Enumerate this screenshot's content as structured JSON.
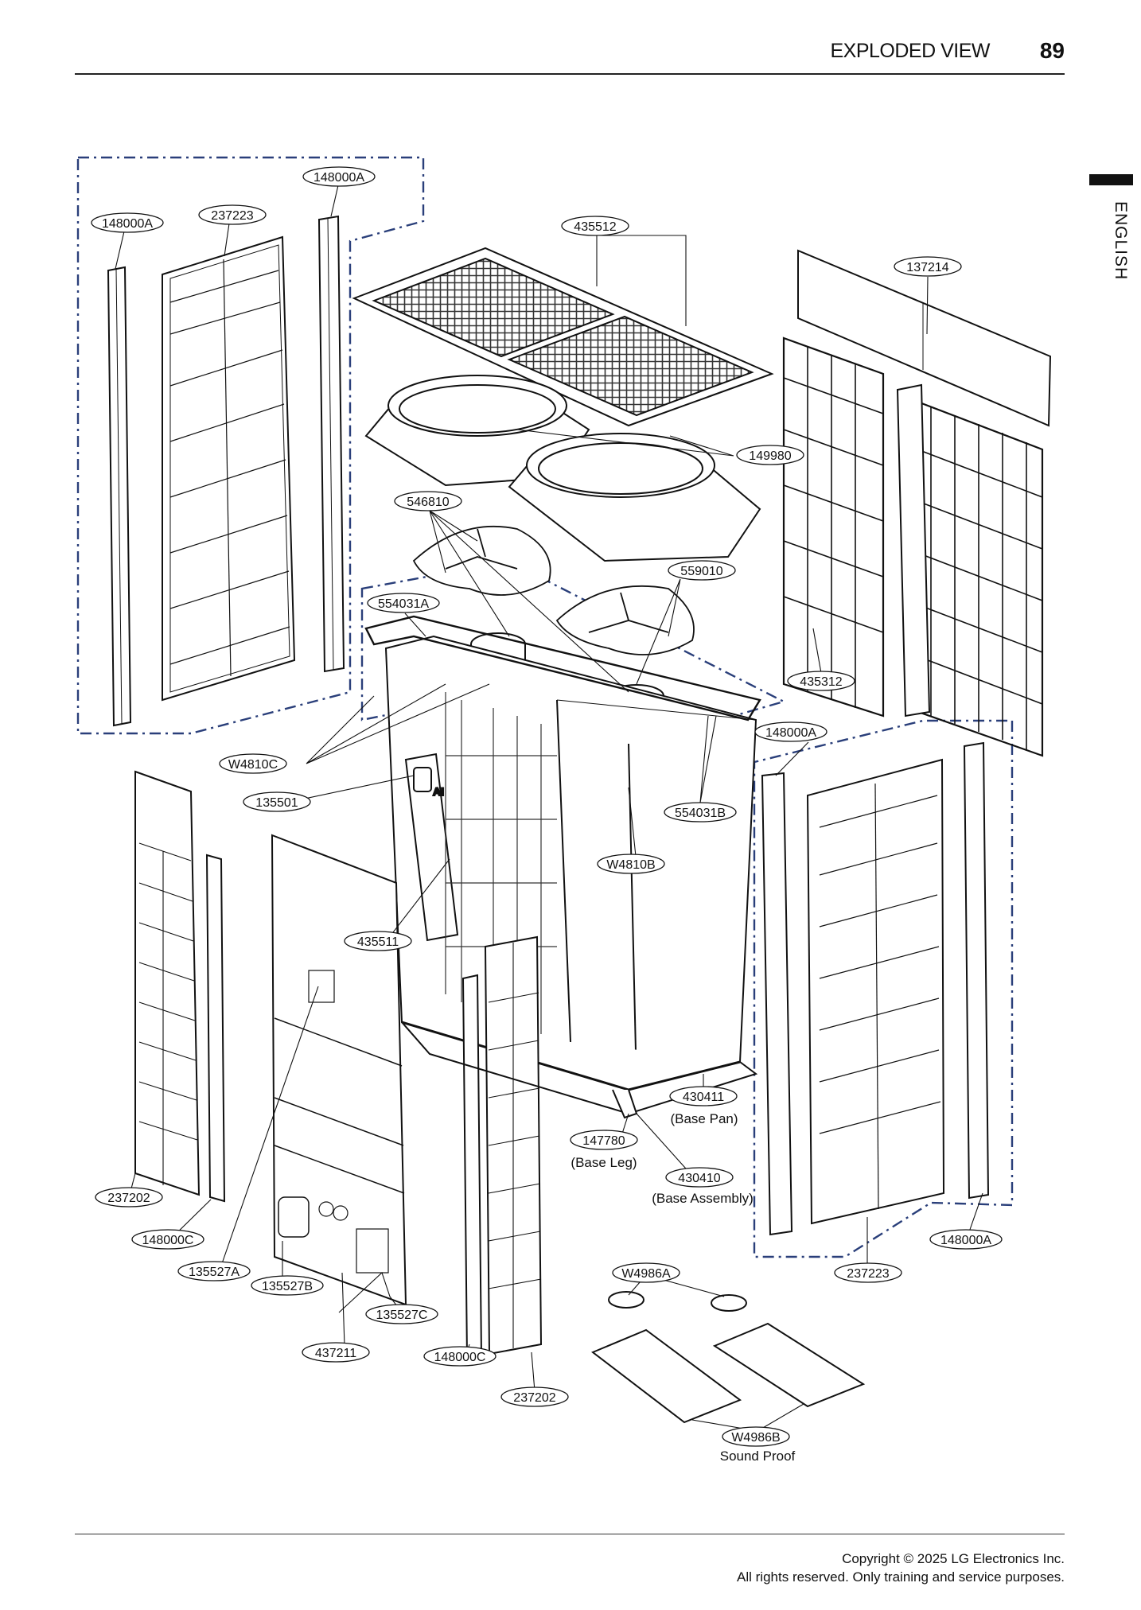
{
  "header": {
    "title": "EXPLODED VIEW",
    "page_number": "89",
    "language_tab": "ENGLISH"
  },
  "footer": {
    "copyright_line1": "Copyright © 2025 LG Electronics Inc.",
    "copyright_line2": "All rights reserved. Only training and service purposes."
  },
  "diagram": {
    "callouts": [
      {
        "id": "c01",
        "text": "148000A"
      },
      {
        "id": "c02",
        "text": "148000A"
      },
      {
        "id": "c03",
        "text": "237223"
      },
      {
        "id": "c04",
        "text": "435512"
      },
      {
        "id": "c05",
        "text": "137214"
      },
      {
        "id": "c06",
        "text": "149980"
      },
      {
        "id": "c07",
        "text": "546810"
      },
      {
        "id": "c08",
        "text": "559010"
      },
      {
        "id": "c09",
        "text": "554031A"
      },
      {
        "id": "c10",
        "text": "435312"
      },
      {
        "id": "c11",
        "text": "148000A"
      },
      {
        "id": "c12",
        "text": "W4810C"
      },
      {
        "id": "c13",
        "text": "135501"
      },
      {
        "id": "c14",
        "text": "554031B"
      },
      {
        "id": "c15",
        "text": "W4810B"
      },
      {
        "id": "c16",
        "text": "435511"
      },
      {
        "id": "c17",
        "text": "430411"
      },
      {
        "id": "c18",
        "text": "147780"
      },
      {
        "id": "c19",
        "text": "430410"
      },
      {
        "id": "c20",
        "text": "237202"
      },
      {
        "id": "c21",
        "text": "148000C"
      },
      {
        "id": "c22",
        "text": "148000A"
      },
      {
        "id": "c23",
        "text": "135527A"
      },
      {
        "id": "c24",
        "text": "W4986A"
      },
      {
        "id": "c25",
        "text": "237223"
      },
      {
        "id": "c26",
        "text": "135527B"
      },
      {
        "id": "c27",
        "text": "135527C"
      },
      {
        "id": "c28",
        "text": "437211"
      },
      {
        "id": "c29",
        "text": "148000C"
      },
      {
        "id": "c30",
        "text": "237202"
      },
      {
        "id": "c31",
        "text": "W4986B"
      }
    ],
    "captions": [
      {
        "id": "k1",
        "text": "(Base Pan)"
      },
      {
        "id": "k2",
        "text": "(Base Leg)"
      },
      {
        "id": "k3",
        "text": "(Base Assembly)"
      },
      {
        "id": "k4",
        "text": "Sound Proof"
      }
    ]
  }
}
